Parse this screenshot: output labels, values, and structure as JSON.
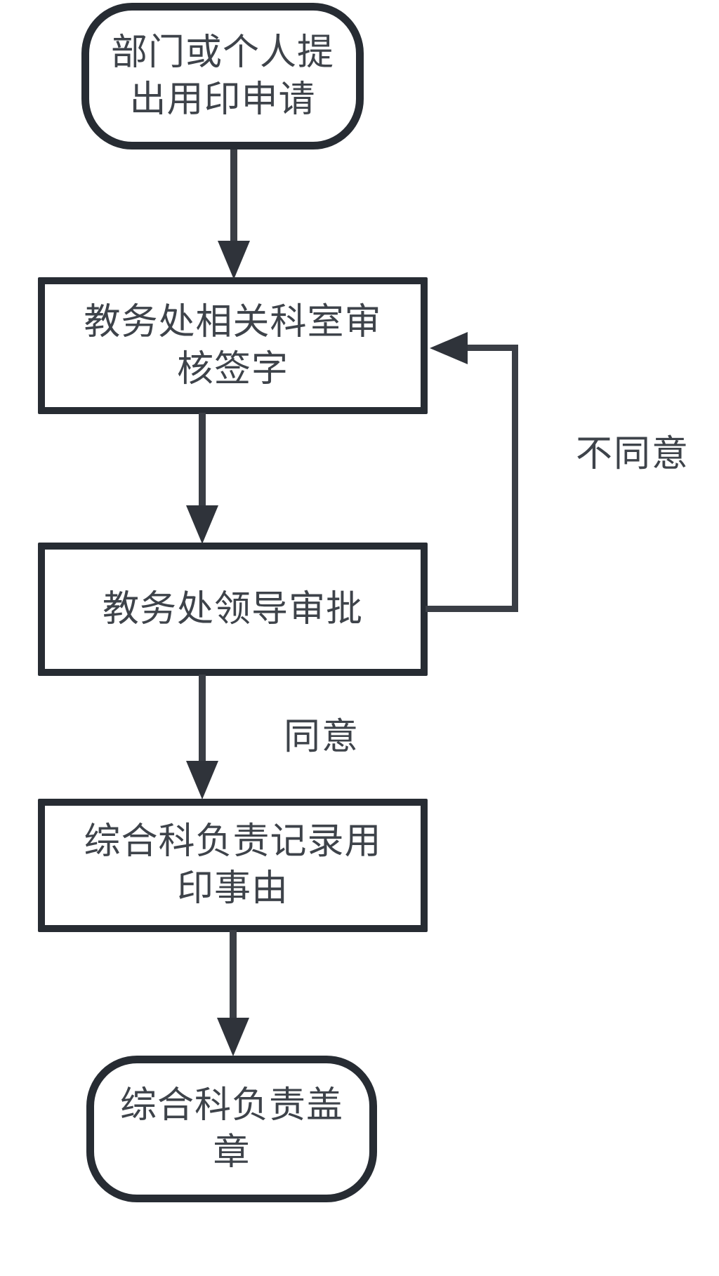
{
  "diagram": {
    "type": "flowchart",
    "direction": "top-down",
    "background_color": "#ffffff",
    "node_border_color": "#272c33",
    "node_fill_color": "#ffffff",
    "edge_color": "#3a3e45",
    "text_color": "#3e434a",
    "nodes": [
      {
        "id": "start",
        "shape": "stadium",
        "label": "部门或个人提出用印申请",
        "lines": [
          "部门或个人提",
          "出用印申请"
        ]
      },
      {
        "id": "review",
        "shape": "rectangle",
        "label": "教务处相关科室审核签字",
        "lines": [
          "教务处相关科室审",
          "核签字"
        ]
      },
      {
        "id": "approve",
        "shape": "rectangle",
        "label": "教务处领导审批",
        "lines": [
          "教务处领导审批"
        ]
      },
      {
        "id": "record",
        "shape": "rectangle",
        "label": "综合科负责记录用印事由",
        "lines": [
          "综合科负责记录用",
          "印事由"
        ]
      },
      {
        "id": "stamp",
        "shape": "stadium",
        "label": "综合科负责盖章",
        "lines": [
          "综合科负责盖",
          "章"
        ]
      }
    ],
    "edges": [
      {
        "from": "start",
        "to": "review",
        "label": ""
      },
      {
        "from": "review",
        "to": "approve",
        "label": ""
      },
      {
        "from": "approve",
        "to": "review",
        "label": "不同意",
        "route": "right-side-loop"
      },
      {
        "from": "approve",
        "to": "record",
        "label": "同意"
      },
      {
        "from": "record",
        "to": "stamp",
        "label": ""
      }
    ]
  }
}
